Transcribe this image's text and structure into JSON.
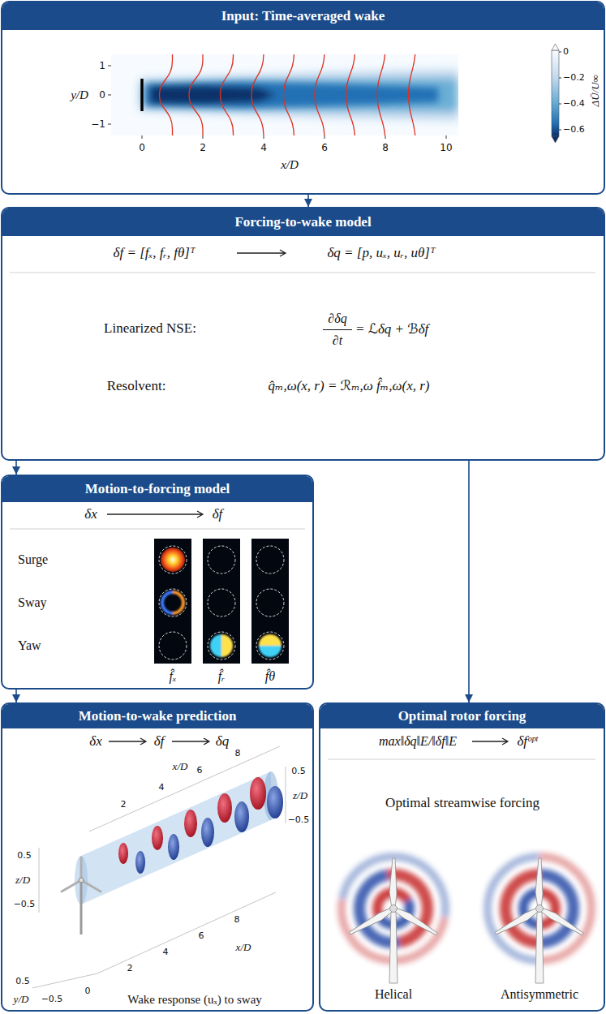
{
  "diagram": {
    "nodes": [
      {
        "text": [
          "Input: Time-averaged wake"
        ]
      },
      {
        "text": [
          "Forcing-to-wake model",
          "δf = [fₓ, fᵣ, fθ]ᵀ",
          "δq = [p, uₓ, uᵣ, uθ]ᵀ",
          "Linearized NSE:",
          "∂δq",
          "∂t",
          "= ℒδq + ℬδf",
          "Resolvent:",
          "q̂ₘ,ω(x, r) = ℛₘ,ω f̂ₘ,ω(x, r)"
        ]
      },
      {
        "text": [
          "Motion-to-forcing model",
          "δx",
          "δf",
          "Surge",
          "Sway",
          "Yaw",
          "f̂ₓ",
          "f̂ᵣ",
          "f̂θ"
        ]
      },
      {
        "text": [
          "Motion-to-wake prediction",
          "δx",
          "δf",
          "δq",
          "Wake response (uₓ) to sway"
        ]
      },
      {
        "text": [
          "Optimal rotor forcing",
          "max‖δq‖E/‖δf‖E",
          "δfᵒᵖᵗ",
          "Optimal streamwise forcing",
          "Helical",
          "Antisymmetric"
        ]
      }
    ],
    "edges": [
      {
        "from": 0,
        "to": 1,
        "arrow": "to"
      },
      {
        "from": 1,
        "to": 2,
        "arrow": "to"
      },
      {
        "from": 2,
        "to": 3,
        "arrow": "to"
      },
      {
        "from": 1,
        "to": 4,
        "arrow": "to"
      }
    ],
    "labels": [
      "y/D",
      "1",
      "0",
      "−1",
      "0",
      "2",
      "4",
      "6",
      "8",
      "10",
      "x/D",
      "0",
      "−0.2",
      "−0.4",
      "−0.6",
      "ΔŪ/U∞",
      "2",
      "4",
      "6",
      "8",
      "x/D",
      "0.5",
      "z/D",
      "−0.5",
      "0.5",
      "z/D",
      "−0.5",
      "2",
      "4",
      "6",
      "8",
      "x/D",
      "0.5",
      "y/D",
      "−0.5",
      "0"
    ]
  }
}
